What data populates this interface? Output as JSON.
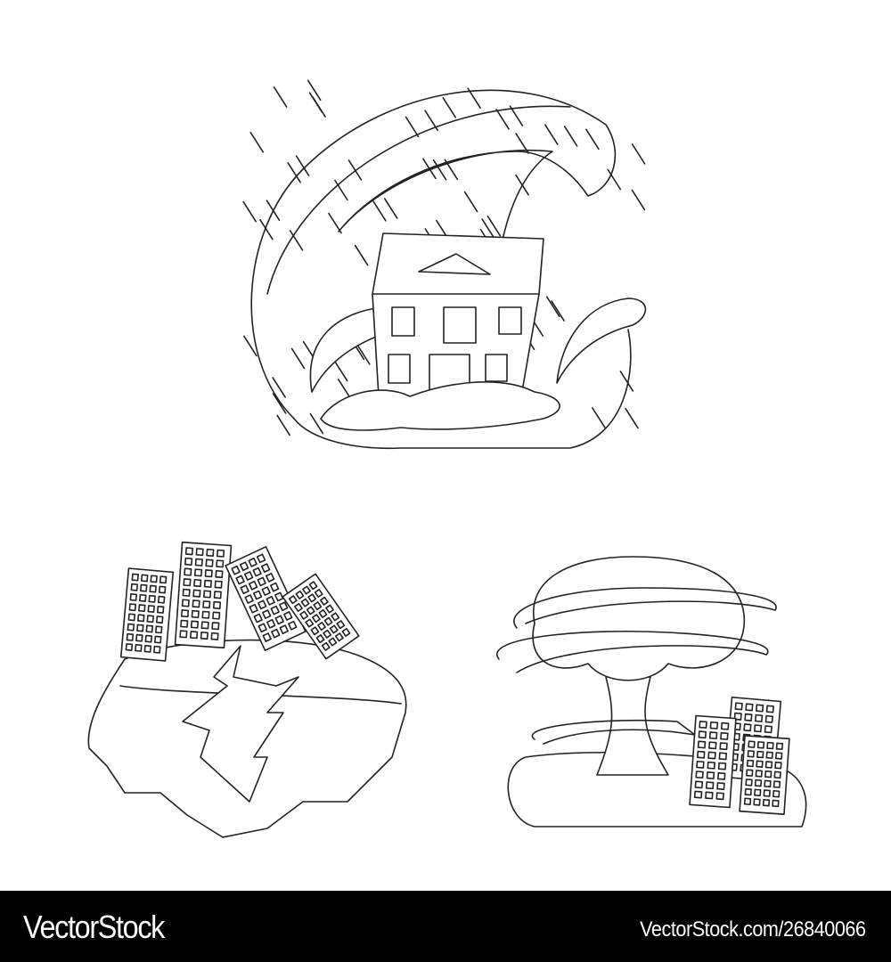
{
  "illustrations": [
    {
      "subject": "tsunami-wave-over-house",
      "icon": "tsunami-icon"
    },
    {
      "subject": "earthquake-cracked-ground-with-buildings",
      "icon": "earthquake-icon"
    },
    {
      "subject": "nuclear-explosion-over-city",
      "icon": "nuclear-explosion-icon"
    }
  ],
  "footer": {
    "logo": "VectorStock",
    "reference": "VectorStock.com/26840066",
    "background": "#000000",
    "text_color": "#ffffff"
  }
}
